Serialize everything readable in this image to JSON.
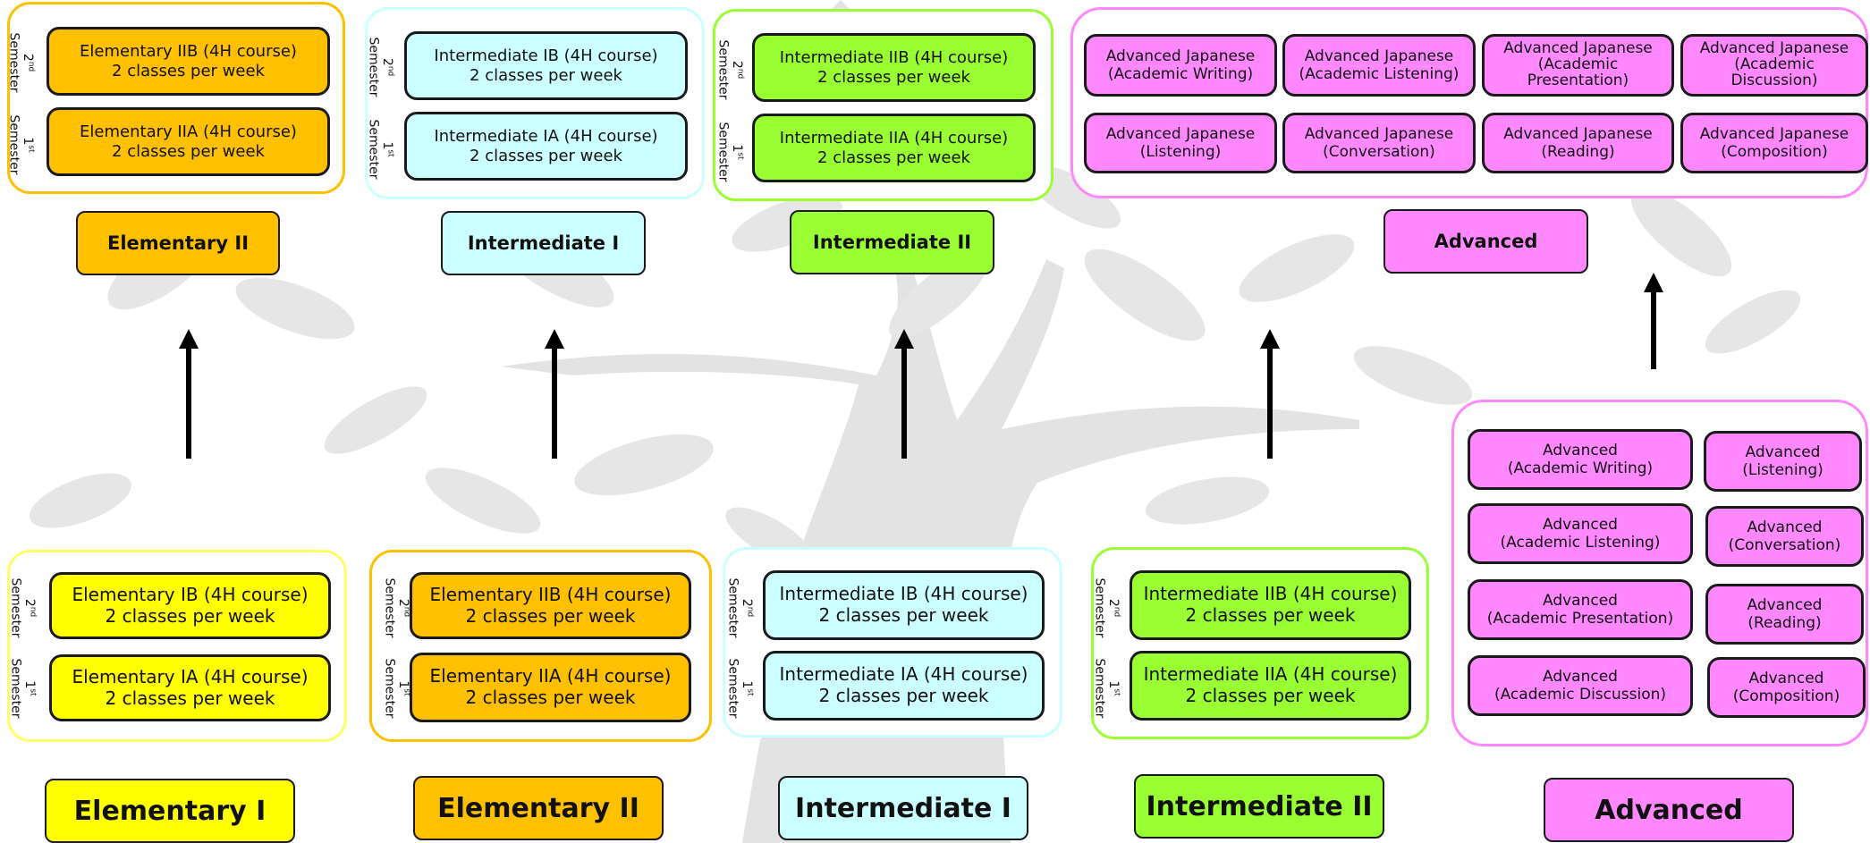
{
  "semesters": {
    "second_num": "2",
    "second_suffix": "nd",
    "first_num": "1",
    "first_suffix": "st",
    "word": "Semester"
  },
  "levels": {
    "elem1": "Elementary I",
    "elem2": "Elementary II",
    "int1": "Intermediate I",
    "int2": "Intermediate II",
    "adv": "Advanced"
  },
  "bottom": {
    "elem1": {
      "b": "Elementary IB (4H course)\n2 classes per week",
      "a": "Elementary IA (4H course)\n2 classes per week"
    },
    "elem2": {
      "b": "Elementary IIB (4H course)\n2 classes per week",
      "a": "Elementary IIA (4H course)\n2 classes per week"
    },
    "int1": {
      "b": "Intermediate IB (4H course)\n2 classes per week",
      "a": "Intermediate IA (4H course)\n2 classes per week"
    },
    "int2": {
      "b": "Intermediate IIB (4H course)\n2 classes per week",
      "a": "Intermediate IIA (4H course)\n2 classes per week"
    },
    "adv": [
      "Advanced\n(Academic Writing)",
      "Advanced\n(Listening)",
      "Advanced\n(Academic Listening)",
      "Advanced\n(Conversation)",
      "Advanced\n(Academic Presentation)",
      "Advanced\n(Reading)",
      "Advanced\n(Academic Discussion)",
      "Advanced\n(Composition)"
    ]
  },
  "top": {
    "elem2": {
      "b": "Elementary IIB (4H course)\n2 classes per week",
      "a": "Elementary IIA (4H course)\n2 classes per week"
    },
    "int1": {
      "b": "Intermediate IB (4H course)\n2 classes per week",
      "a": "Intermediate IA (4H course)\n2 classes per week"
    },
    "int2": {
      "b": "Intermediate IIB (4H course)\n2 classes per week",
      "a": "Intermediate IIA (4H course)\n2 classes per week"
    },
    "adv": [
      "Advanced Japanese\n(Academic Writing)",
      "Advanced Japanese\n(Academic Listening)",
      "Advanced Japanese\n(Academic\nPresentation)",
      "Advanced Japanese\n(Academic\nDiscussion)",
      "Advanced Japanese\n(Listening)",
      "Advanced Japanese\n(Conversation)",
      "Advanced Japanese\n(Reading)",
      "Advanced Japanese\n(Composition)"
    ]
  },
  "colors": {
    "yellow": "#ffff00",
    "orange": "#ffc000",
    "cyan": "#ccffff",
    "green": "#99ff33",
    "pink": "#ff88ff"
  }
}
